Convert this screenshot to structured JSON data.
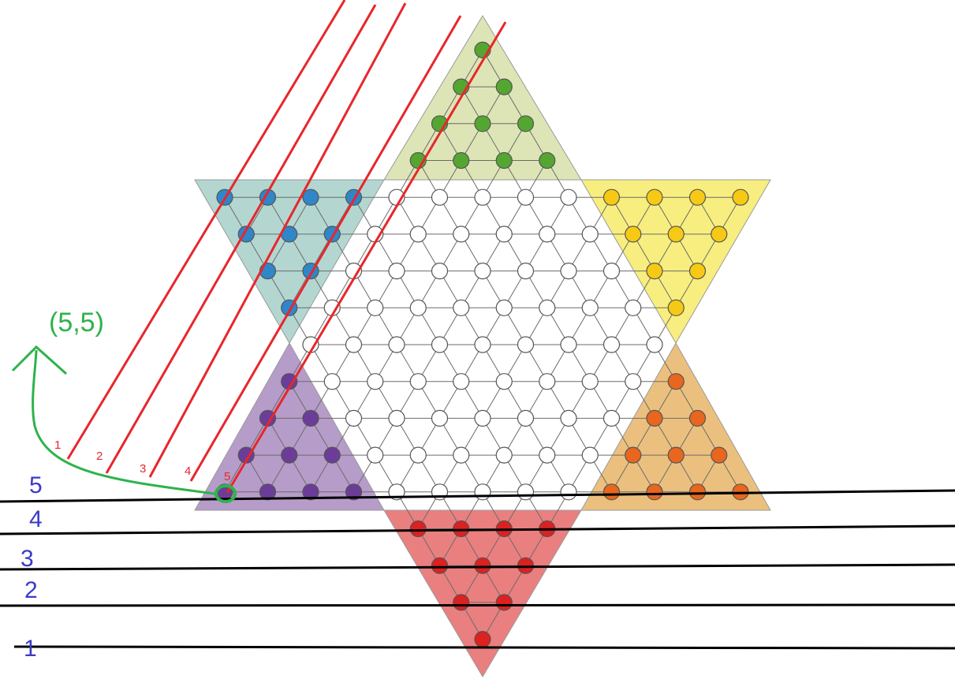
{
  "board": {
    "colors": {
      "green": {
        "fill": "#dde5b6",
        "peg": "#55a630"
      },
      "blue": {
        "fill": "#b3d6d1",
        "peg": "#2f86c8"
      },
      "yellow": {
        "fill": "#f7ee7f",
        "peg": "#f6c915"
      },
      "purple": {
        "fill": "#b69cc9",
        "peg": "#6b3d99"
      },
      "orange": {
        "fill": "#ebc07e",
        "peg": "#e8661e"
      },
      "red": {
        "fill": "#ea7f7f",
        "peg": "#dd2020"
      },
      "empty_hole": "#ffffff",
      "board_line": "#6b6b6b"
    }
  },
  "annotations": {
    "row_labels": [
      "1",
      "2",
      "3",
      "4",
      "5"
    ],
    "row_label_color": "#3a3ac8",
    "row_line_color": "#000000",
    "diagonal_labels": [
      "1",
      "2",
      "3",
      "4",
      "5"
    ],
    "diagonal_color": "#e8262b",
    "coordinate_label": "(5,5)",
    "highlight_color": "#2fb24b"
  }
}
